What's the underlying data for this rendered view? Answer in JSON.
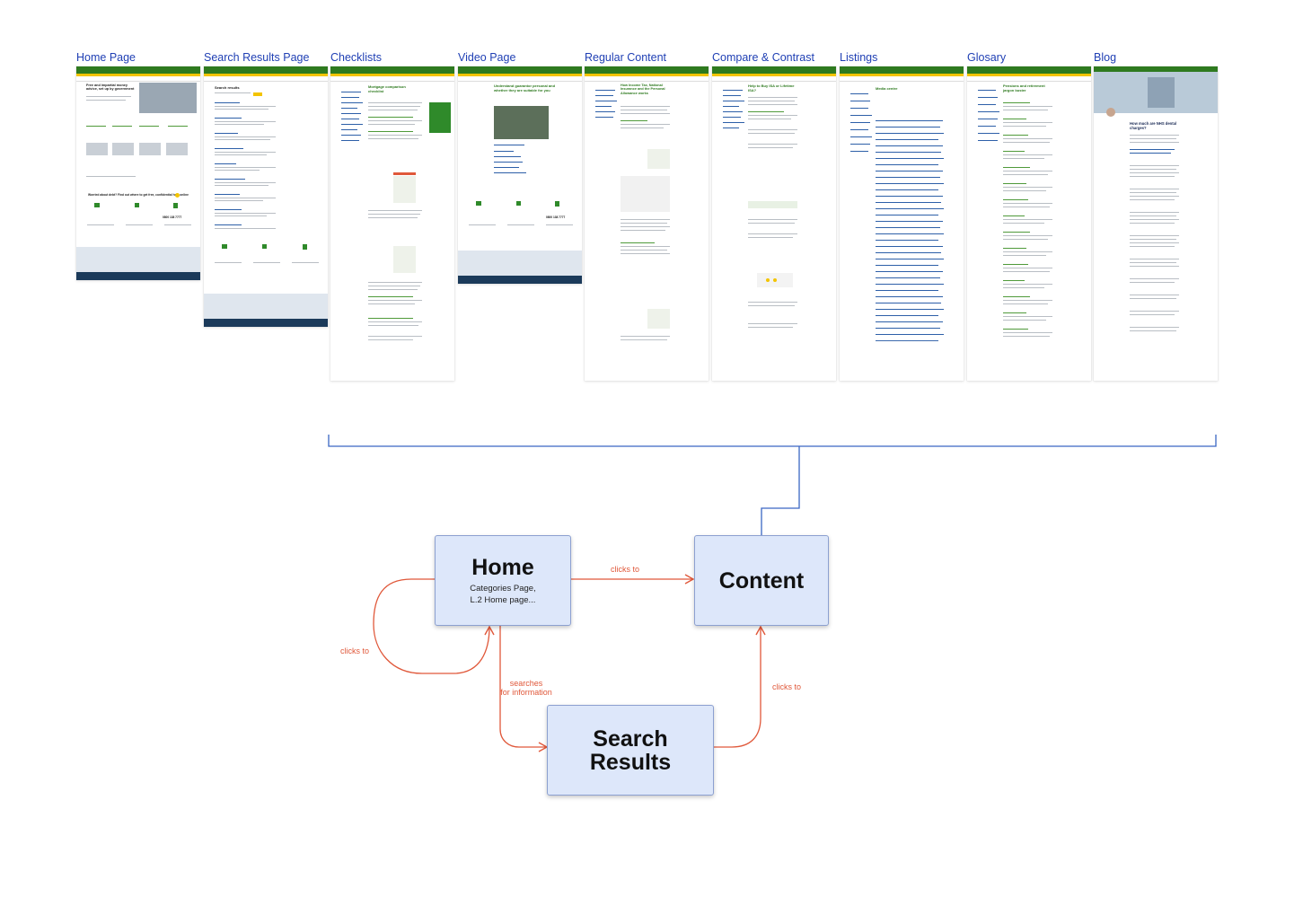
{
  "page_types": [
    {
      "id": "home",
      "title": "Home Page"
    },
    {
      "id": "search-results",
      "title": "Search Results Page"
    },
    {
      "id": "checklists",
      "title": "Checklists"
    },
    {
      "id": "video",
      "title": "Video Page"
    },
    {
      "id": "regular-content",
      "title": "Regular Content"
    },
    {
      "id": "compare-contrast",
      "title": "Compare & Contrast"
    },
    {
      "id": "listings",
      "title": "Listings"
    },
    {
      "id": "glossary",
      "title": "Glosary"
    },
    {
      "id": "blog",
      "title": "Blog"
    }
  ],
  "thumbnail_text": {
    "home_headline": "Free and impartial money advice, set up by government",
    "home_band": "Worried about debt? Find out where to get free, confidential help online",
    "home_contact": "0800 138 7777",
    "search_title": "Search results",
    "checklist_title": "Mortgage comparison checklist",
    "video_title": "Understand guarantor personal and whether they are suitable for you",
    "video_contact": "0800 138 7777",
    "regular_title": "How Income Tax, National Insurance and the Personal Allowance works",
    "compare_title": "Help to Buy ISA or Lifetime ISA?",
    "listings_title": "Media centre",
    "glossary_title": "Pensions and retirement jargon buster",
    "blog_title": "How much are NHS dental charges?"
  },
  "flow": {
    "nodes": {
      "home": {
        "title": "Home",
        "subtitle": [
          "Categories Page,",
          "L.2 Home page..."
        ]
      },
      "content": {
        "title": "Content"
      },
      "search": {
        "title": [
          "Search",
          "Results"
        ]
      }
    },
    "edges": {
      "home_to_content": "clicks to",
      "home_self_loop": "clicks to",
      "home_to_search": [
        "searches",
        "for information"
      ],
      "search_to_content": "clicks to"
    }
  },
  "colors": {
    "title_blue": "#1f3fb4",
    "bracket_blue": "#3a66c4",
    "arrow_red": "#e0583a",
    "node_fill": "#dde7fa",
    "node_border": "#8ca0d0",
    "site_green": "#2e7a1f",
    "site_yellow": "#f3c400"
  }
}
